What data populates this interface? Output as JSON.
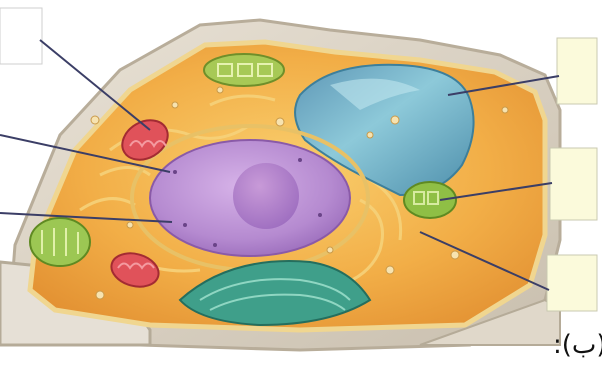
{
  "figure": {
    "caption": "(ب):",
    "colors": {
      "cell_wall": "#d9d0c0",
      "cytoplasm": "#f3b24a",
      "nucleus": "#b98ad0",
      "vacuole": "#6fb6cc",
      "chloroplast": "#8fbf45",
      "mitochondria": "#e0525a",
      "golgi": "#3f9f8a",
      "label_box": "#fbfadb"
    },
    "organelles": [
      "cell-wall",
      "cytoplasm",
      "nucleus",
      "nucleolus",
      "central-vacuole",
      "chloroplast",
      "mitochondrion",
      "golgi-apparatus",
      "endoplasmic-reticulum"
    ]
  }
}
